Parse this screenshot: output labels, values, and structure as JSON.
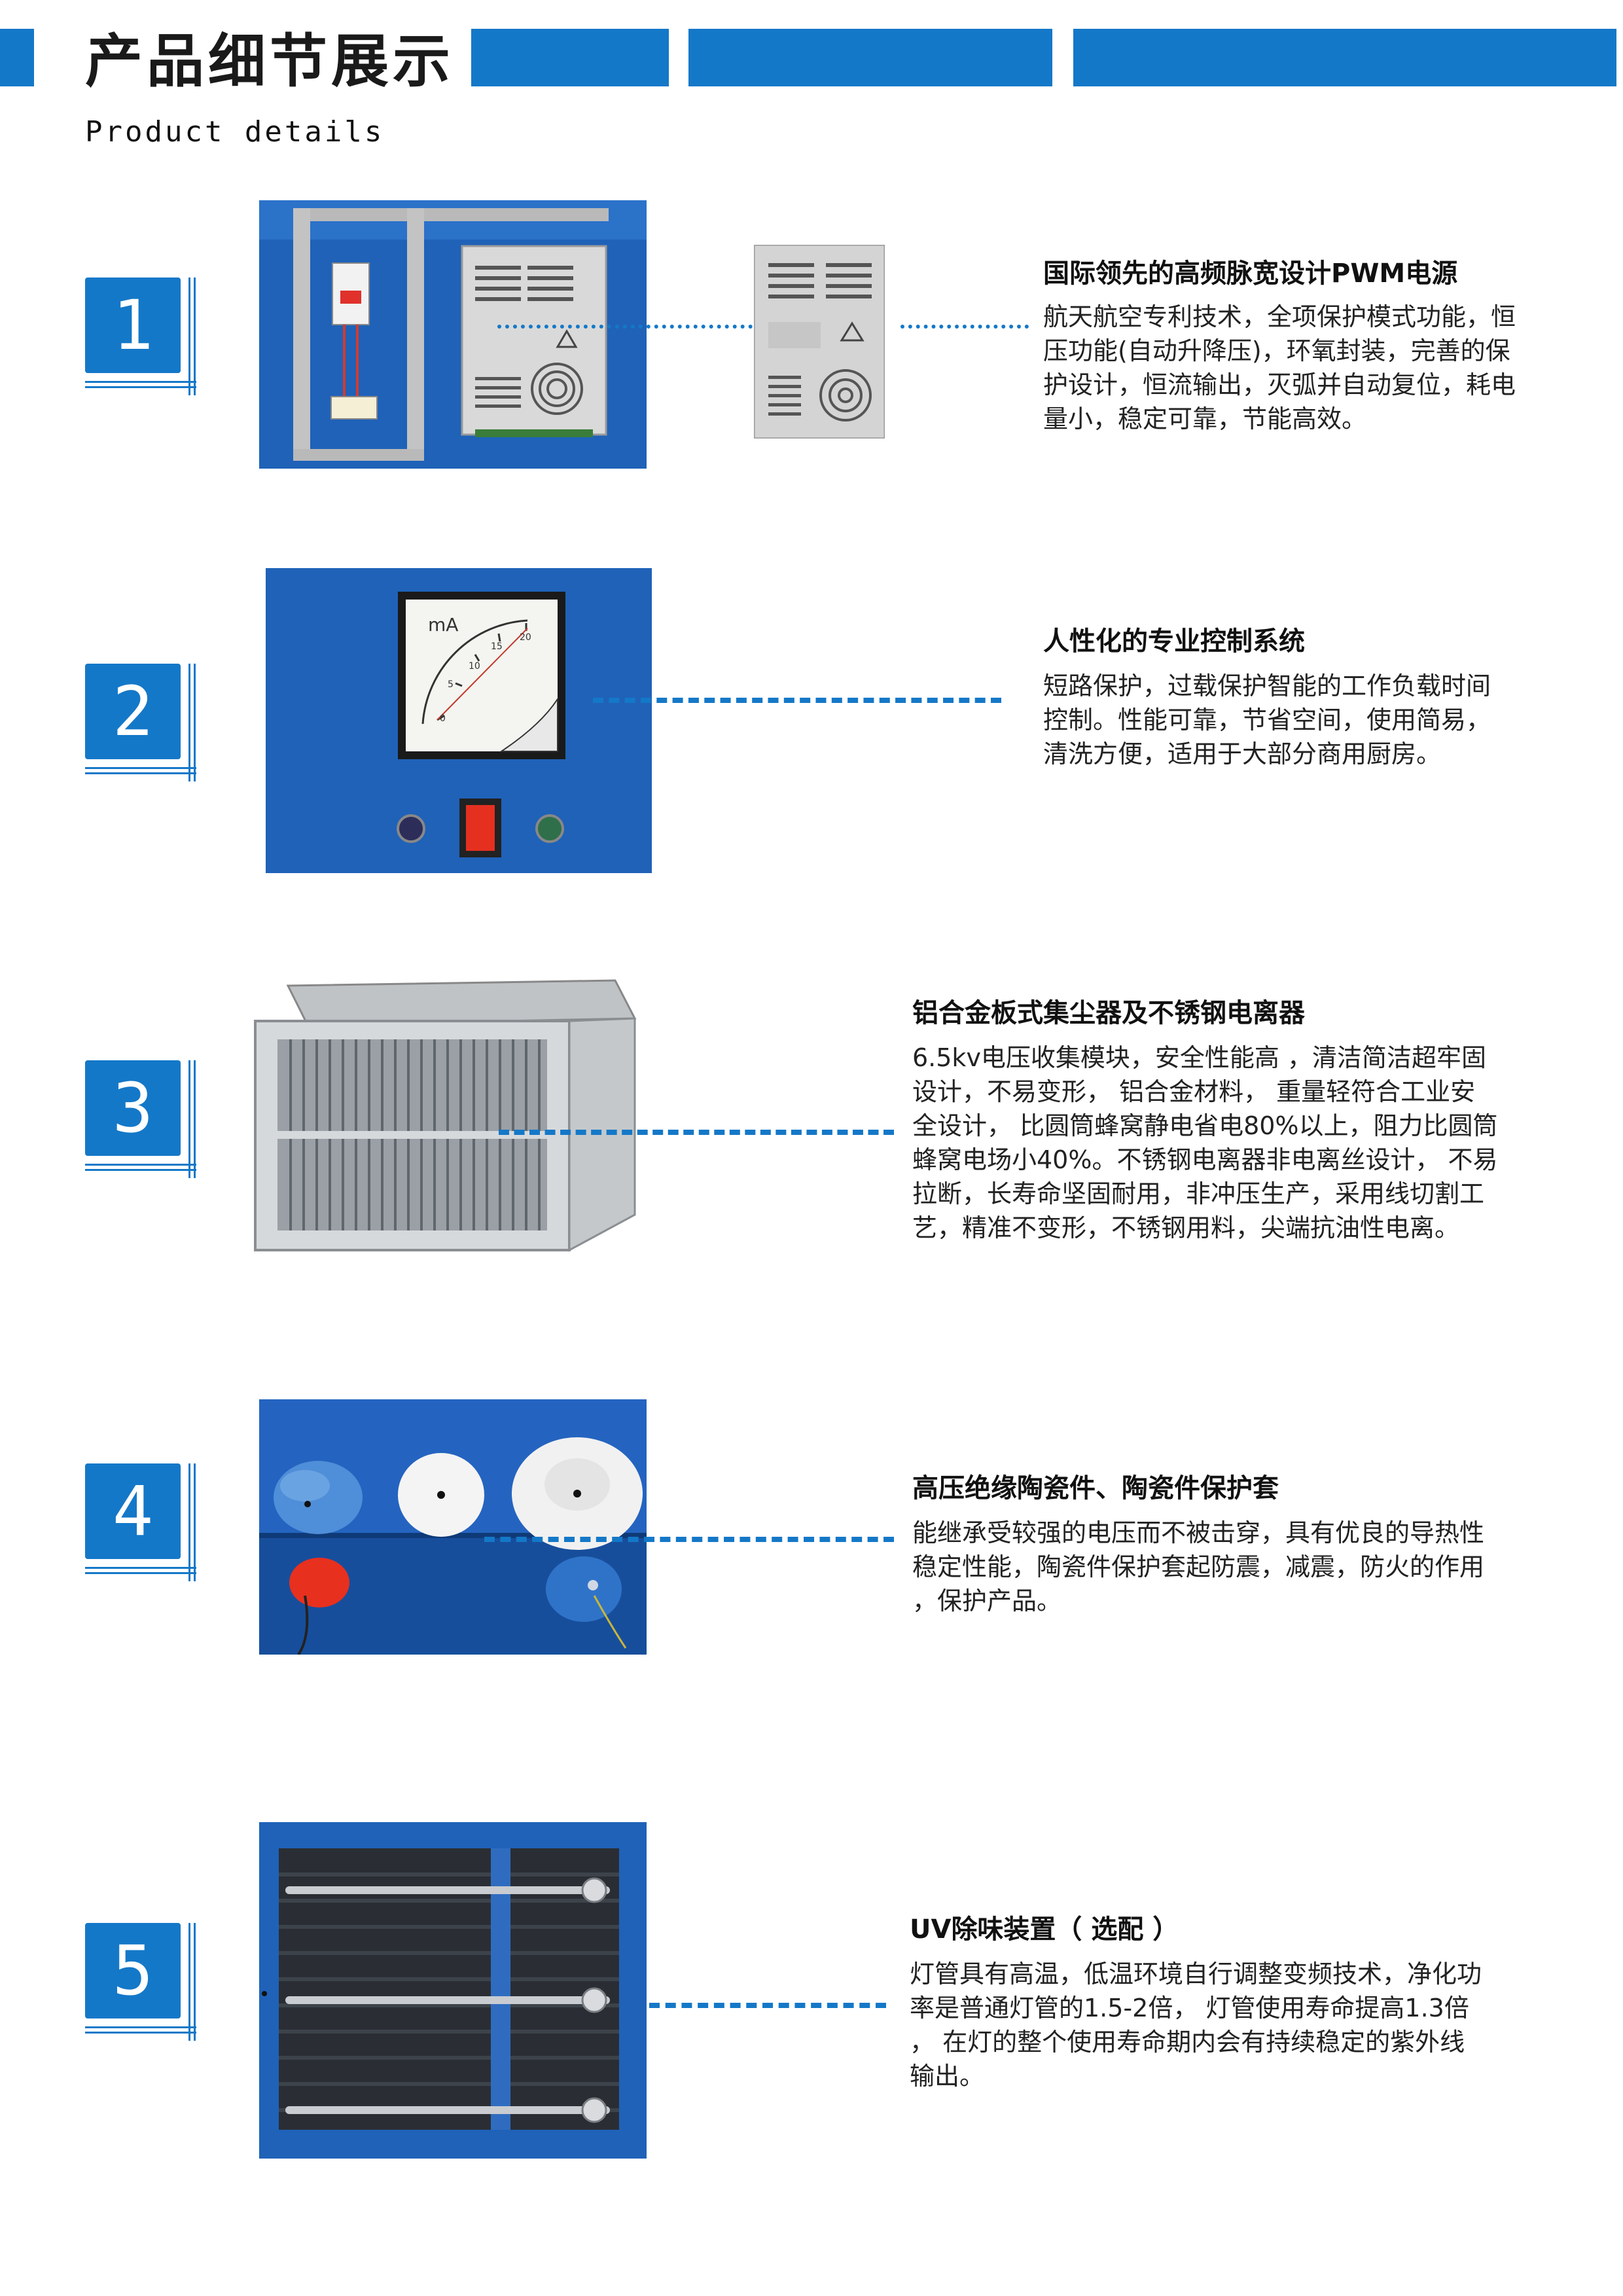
{
  "header": {
    "title": "产品细节展示",
    "subtitle": "Product details",
    "accent_color": "#1478c8"
  },
  "sections": [
    {
      "number": "1",
      "title": "国际领先的高频脉宽设计PWM电源",
      "description": "航天航空专利技术，全项保护模式功能，恒\n压功能(自动升降压)，环氧封装，完善的保\n护设计，恒流输出，灭弧并自动复位，耗电\n量小，稳定可靠，节能高效。",
      "image_icon": "pwm-power-supply-panel"
    },
    {
      "number": "2",
      "title": "人性化的专业控制系统",
      "description": "短路保护，过载保护智能的工作负载时间\n控制。性能可靠，节省空间，使用简易，\n清洗方便，适用于大部分商用厨房。",
      "meter": {
        "unit": "mA",
        "ticks": [
          "0",
          "5",
          "10",
          "15",
          "20"
        ]
      },
      "image_icon": "control-panel-ammeter"
    },
    {
      "number": "3",
      "title": "铝合金板式集尘器及不锈钢电离器",
      "description": "6.5kv电压收集模块，安全性能高 ，清洁简洁超牢固\n设计，不易变形， 铝合金材料， 重量轻符合工业安\n全设计， 比圆筒蜂窝静电省电80%以上，阻力比圆筒\n蜂窝电场小40%。不锈钢电离器非电离丝设计， 不易\n拉断，长寿命坚固耐用，非冲压生产，采用线切割工\n艺，精准不变形，不锈钢用料，尖端抗油性电离。",
      "image_icon": "aluminum-dust-collector"
    },
    {
      "number": "4",
      "title": "高压绝缘陶瓷件、陶瓷件保护套",
      "description": "能继承受较强的电压而不被击穿，具有优良的导热性\n稳定性能，陶瓷件保护套起防震，减震，防火的作用\n，保护产品。",
      "image_icon": "ceramic-insulators"
    },
    {
      "number": "5",
      "title": "UV除味装置（ 选配 ）",
      "description": "灯管具有高温，低温环境自行调整变频技术，净化功\n率是普通灯管的1.5-2倍， 灯管使用寿命提高1.3倍\n， 在灯的整个使用寿命期内会有持续稳定的紫外线\n输出。",
      "image_icon": "uv-lamp-tubes"
    }
  ]
}
